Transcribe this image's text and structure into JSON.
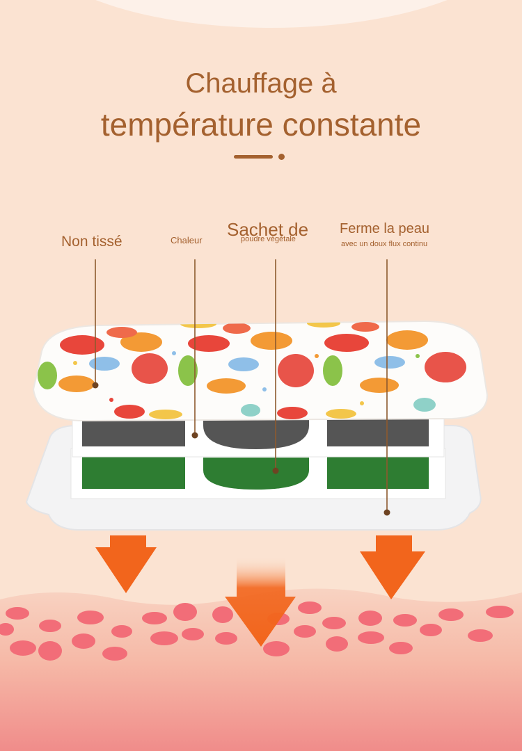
{
  "title": {
    "line1": "Chauffage à",
    "line2": "température constante"
  },
  "labels": {
    "non_tisse": "Non tissé",
    "chaleur": "Chaleur",
    "sachet_main": "Sachet de",
    "sachet_sub": "poudre végétale",
    "ferme_main": "Ferme la peau",
    "ferme_sub": "avec un doux flux continu"
  },
  "colors": {
    "background": "#fbe3d2",
    "text": "#a4612f",
    "arrow": "#f2651c",
    "heat_layer": "#555555",
    "herb_layer": "#2e7d32",
    "skin_top": "#f7c4b0",
    "skin_bottom": "#f08c8a",
    "cell": "#f26d78"
  }
}
